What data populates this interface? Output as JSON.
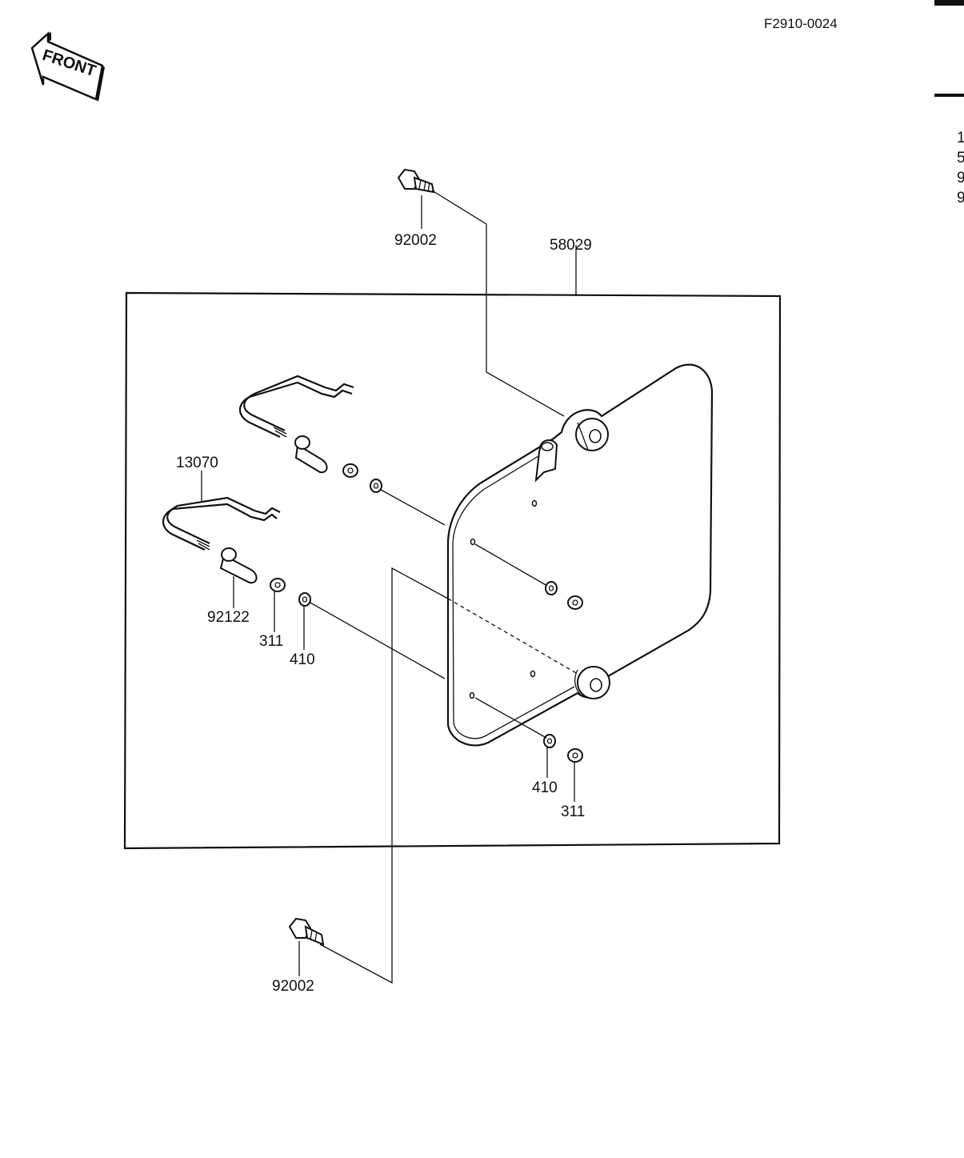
{
  "figure_code": "F2910-0024",
  "front_badge": "FRONT",
  "parts": {
    "bolt_top": "92002",
    "bracket_assy": "58029",
    "stay": "13070",
    "collar": "92122",
    "nut_left": "311",
    "washer_left": "410",
    "washer_right": "410",
    "nut_right": "311",
    "bolt_bottom": "92002"
  },
  "edge_marks": [
    "1",
    "5",
    "9",
    "9"
  ]
}
